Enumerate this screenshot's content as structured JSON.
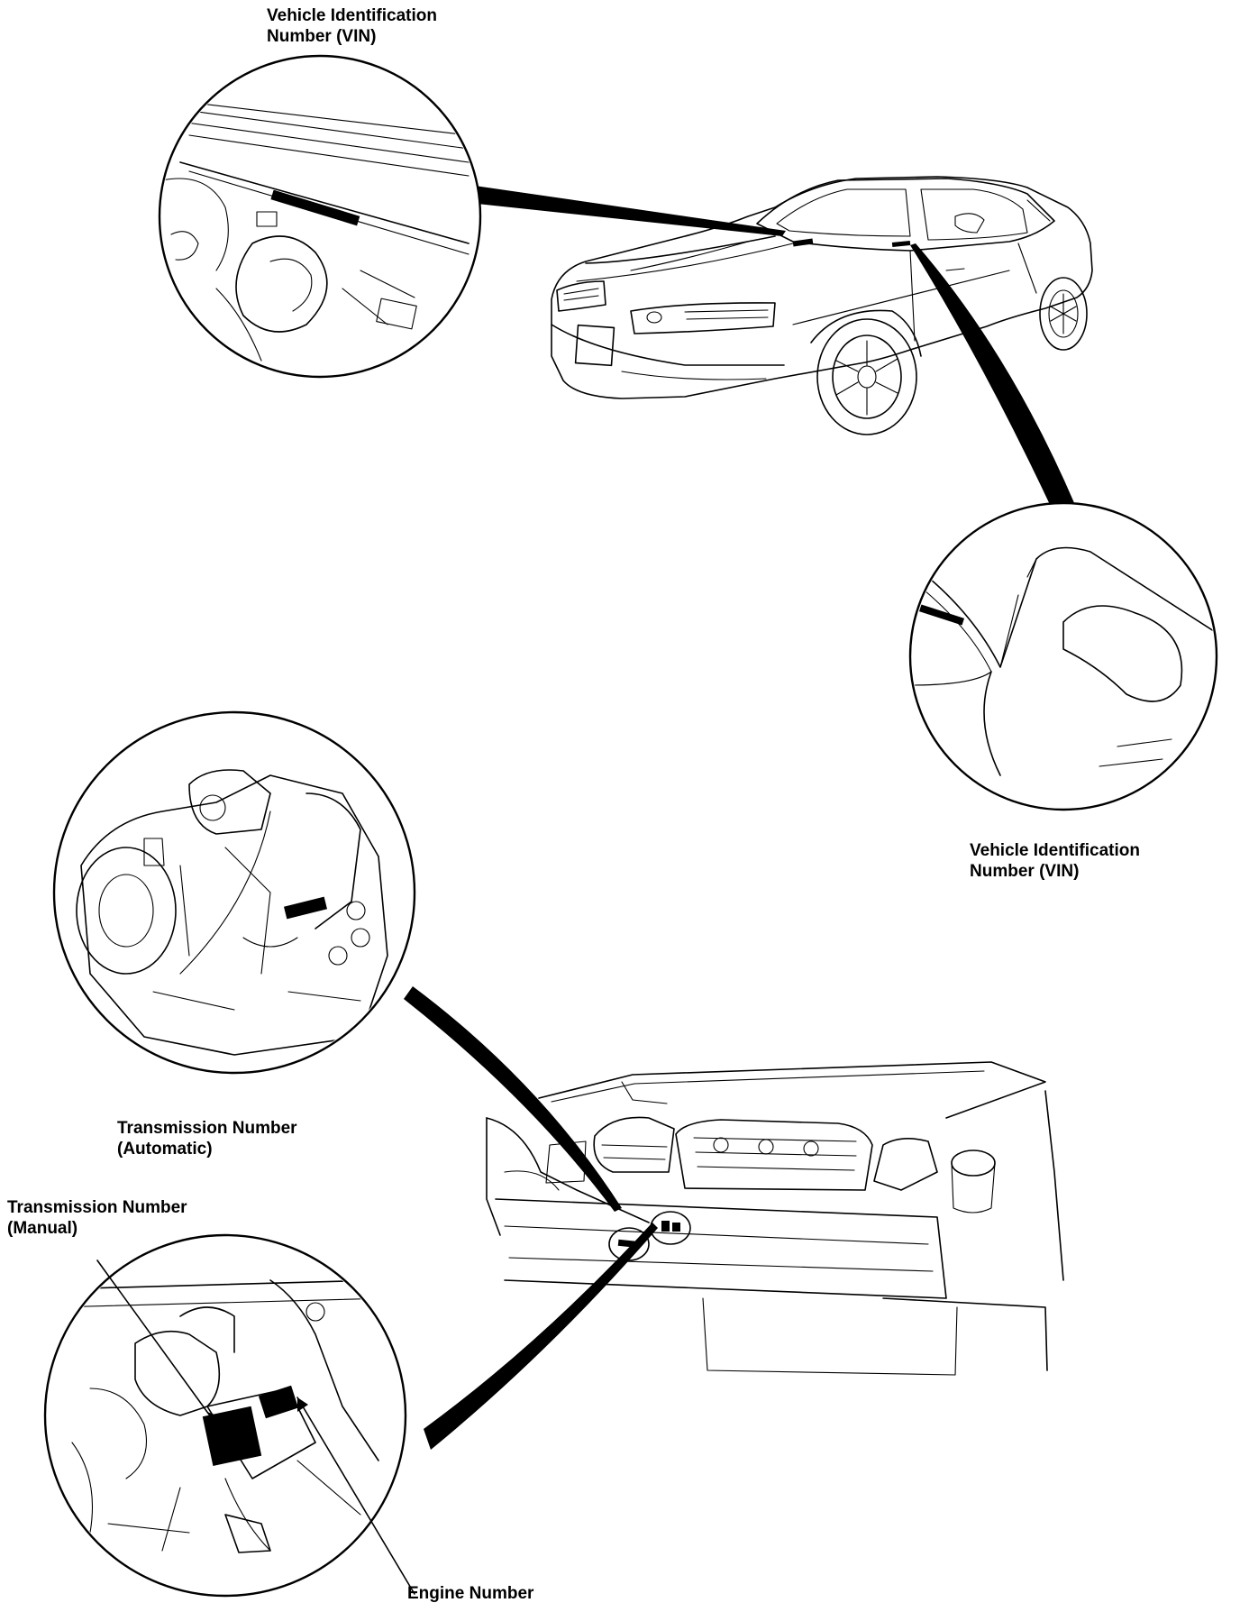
{
  "labels": {
    "vin_top": [
      "Vehicle Identification",
      "Number (VIN)"
    ],
    "vin_right": [
      "Vehicle Identification",
      "Number (VIN)"
    ],
    "trans_auto": [
      "Transmission Number",
      "(Automatic)"
    ],
    "trans_manual": [
      "Transmission Number",
      "(Manual)"
    ],
    "engine": "Engine Number"
  },
  "colors": {
    "ink": "#000000",
    "paper": "#ffffff"
  }
}
